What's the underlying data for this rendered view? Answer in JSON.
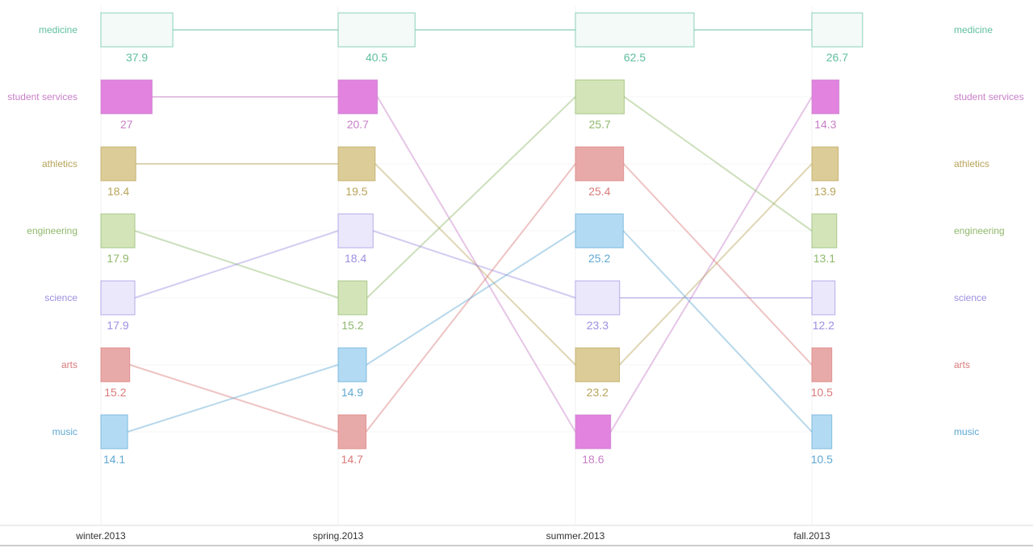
{
  "chart_data": {
    "type": "slopegraph",
    "periods": [
      "winter.2013",
      "spring.2013",
      "summer.2013",
      "fall.2013"
    ],
    "categories": [
      {
        "name": "medicine",
        "color": "#5fbf9f",
        "fill": "#f3faf7",
        "values": [
          37.9,
          40.5,
          62.5,
          26.7
        ]
      },
      {
        "name": "student services",
        "color": "#c77fc7",
        "fill": "#e183df",
        "values": [
          27,
          20.7,
          18.6,
          14.3
        ]
      },
      {
        "name": "athletics",
        "color": "#b8a45a",
        "fill": "#dccc97",
        "values": [
          18.4,
          19.5,
          23.2,
          13.9
        ]
      },
      {
        "name": "engineering",
        "color": "#8fb86b",
        "fill": "#d3e5b8",
        "values": [
          17.9,
          15.2,
          25.7,
          13.1
        ]
      },
      {
        "name": "science",
        "color": "#9d8fe0",
        "fill": "#ebe8fb",
        "values": [
          17.9,
          18.4,
          23.3,
          12.2
        ]
      },
      {
        "name": "arts",
        "color": "#d97a7a",
        "fill": "#e8aaa8",
        "values": [
          15.2,
          14.7,
          25.4,
          10.5
        ]
      },
      {
        "name": "music",
        "color": "#5fa8d3",
        "fill": "#b2dbf3",
        "values": [
          14.1,
          14.9,
          25.2,
          10.5
        ]
      }
    ]
  }
}
